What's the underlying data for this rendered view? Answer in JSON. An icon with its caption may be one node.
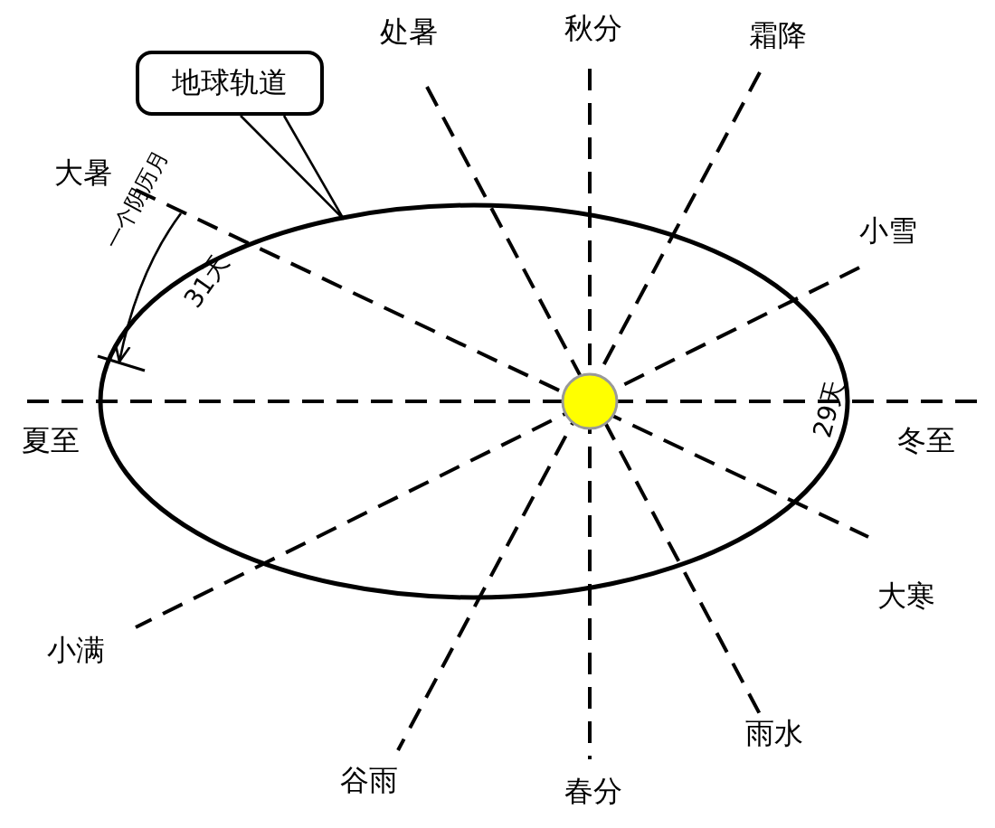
{
  "diagram": {
    "nodes": [
      {
        "text": [
          "地球轨道"
        ]
      },
      {
        "text": [],
        "shape": "ellipse"
      }
    ],
    "edges": [
      {
        "from": 0,
        "to": 1,
        "arrow": "none"
      }
    ],
    "labels": [
      "秋分",
      "处暑",
      "霜降",
      "大暑",
      "小雪",
      "夏至",
      "冬至",
      "小满",
      "大寒",
      "谷雨",
      "雨水",
      "春分",
      "一个阴历月",
      "31天",
      "29天"
    ]
  }
}
